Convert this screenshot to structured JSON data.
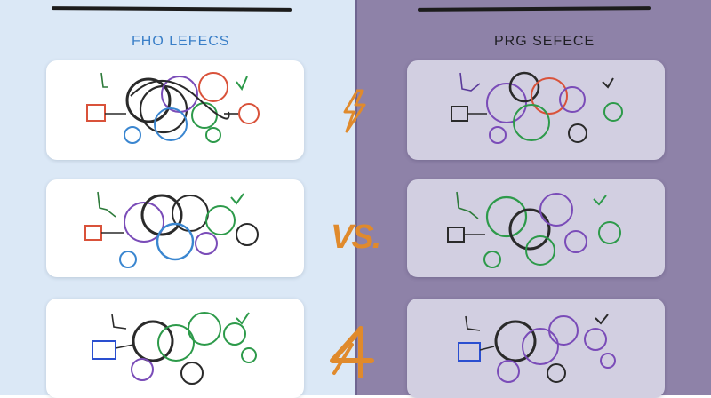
{
  "left_panel": {
    "title": "FHO LEFECS",
    "background": "#dbe8f6",
    "accent": "#3a7fc8"
  },
  "right_panel": {
    "title": "PRG SEFECE",
    "background": "#8e82a8",
    "accent": "#1e1e22"
  },
  "center": {
    "label": "VS.",
    "color": "#e08a2c",
    "icons": [
      "lightning-bolt-icon",
      "number-four-icon"
    ]
  },
  "diagram_icons": [
    "monitor-icon",
    "checkmark-icon"
  ]
}
